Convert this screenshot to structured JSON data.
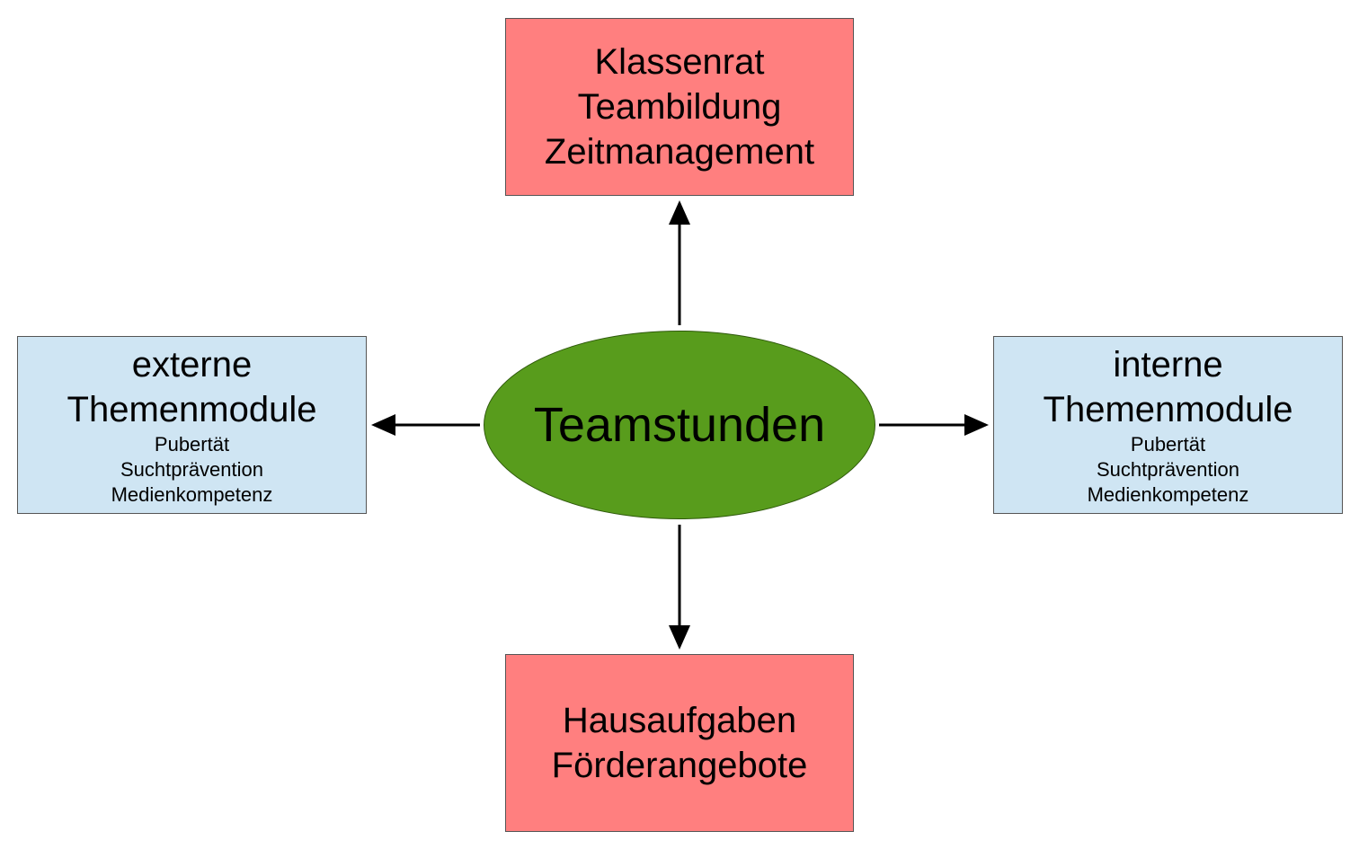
{
  "center": {
    "label": "Teamstunden",
    "color": "#589c1c"
  },
  "top_box": {
    "lines": [
      "Klassenrat",
      "Teambildung",
      "Zeitmanagement"
    ],
    "color": "#ff7f7f"
  },
  "bottom_box": {
    "lines": [
      "Hausaufgaben",
      "Förderangebote"
    ],
    "color": "#ff7f7f"
  },
  "left_box": {
    "title_lines": [
      "externe",
      "Themenmodule"
    ],
    "sub_lines": [
      "Pubertät",
      "Suchtprävention",
      "Medienkompetenz"
    ],
    "color": "#cfe5f3"
  },
  "right_box": {
    "title_lines": [
      "interne",
      "Themenmodule"
    ],
    "sub_lines": [
      "Pubertät",
      "Suchtprävention",
      "Medienkompetenz"
    ],
    "color": "#cfe5f3"
  }
}
